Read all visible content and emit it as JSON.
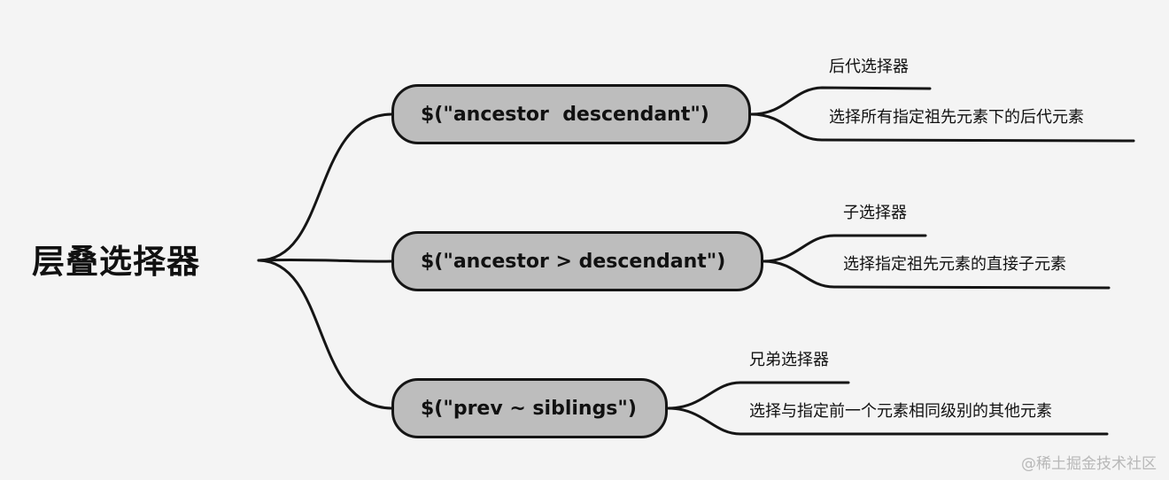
{
  "root": {
    "label": "层叠选择器"
  },
  "branches": [
    {
      "selector": "$(\"ancestor  descendant\")",
      "name": "后代选择器",
      "description": "选择所有指定祖先元素下的后代元素"
    },
    {
      "selector": "$(\"ancestor > descendant\")",
      "name": "子选择器",
      "description": "选择指定祖先元素的直接子元素"
    },
    {
      "selector": "$(\"prev ~ siblings\")",
      "name": "兄弟选择器",
      "description": "选择与指定前一个元素相同级别的其他元素"
    }
  ],
  "watermark": "@稀土掘金技术社区"
}
